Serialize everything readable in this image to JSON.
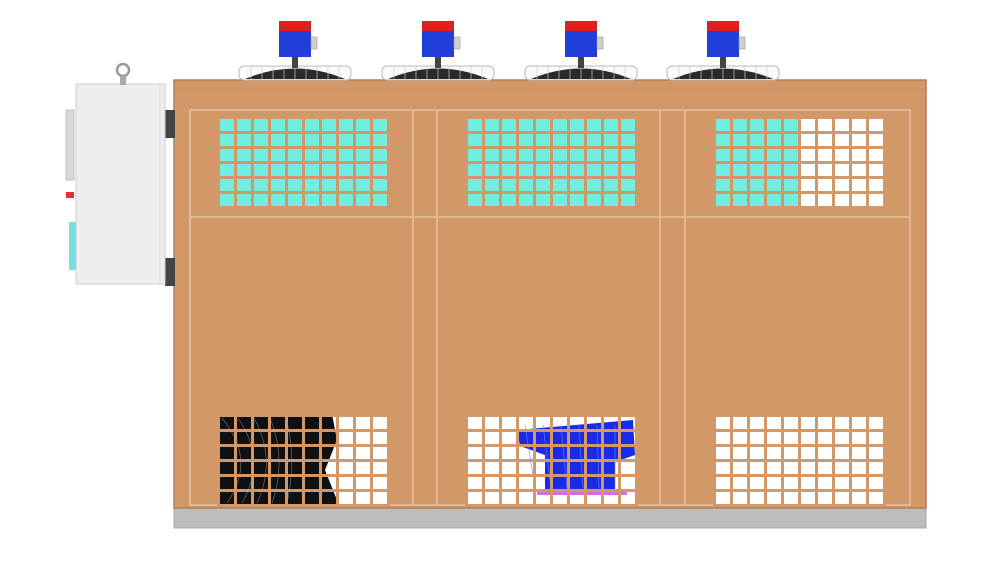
{
  "title": "",
  "colors": {
    "background": "#ffffff",
    "housing": "#d39868",
    "housing_edge": "#b57e53",
    "base": "#bdbdbd",
    "control_box": "#eeeeee",
    "grille_bg": "#ffffff",
    "coil": "#72eee0",
    "motor_blue": "#1f3fd8",
    "motor_cap_red": "#e02020",
    "fan_guard": "#2a2a2a",
    "compressor": "#101010",
    "pump": "#1a2be8",
    "pump_base": "#d070e0"
  },
  "components": {
    "top_fans": [
      {
        "name": "fan-1"
      },
      {
        "name": "fan-2"
      },
      {
        "name": "fan-3"
      },
      {
        "name": "fan-4"
      }
    ],
    "upper_grilles": [
      {
        "name": "upper-grille-left",
        "coil_fill": "full"
      },
      {
        "name": "upper-grille-middle",
        "coil_fill": "full"
      },
      {
        "name": "upper-grille-right",
        "coil_fill": "partial"
      }
    ],
    "lower_grilles": [
      {
        "name": "lower-grille-left",
        "contains": "compressor"
      },
      {
        "name": "lower-grille-middle",
        "contains": "pump"
      },
      {
        "name": "lower-grille-right",
        "contains": "none"
      }
    ],
    "control_box": {
      "name": "electrical-control-box"
    }
  }
}
